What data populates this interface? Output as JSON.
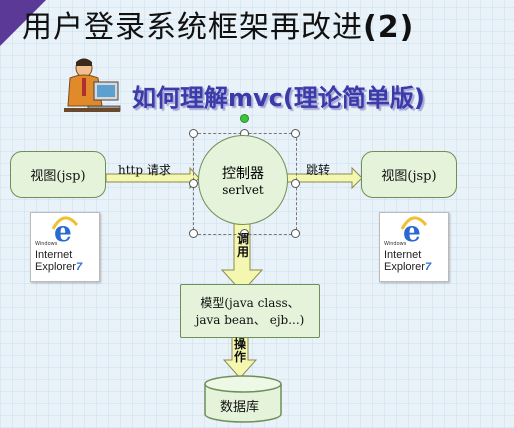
{
  "slide": {
    "title_main": "用户登录系统框架再改进",
    "title_num": "(2)",
    "subtitle": "如何理解mvc(理论简单版)"
  },
  "diagram": {
    "view_left": "视图(jsp)",
    "view_right": "视图(jsp)",
    "controller_line1": "控制器",
    "controller_line2": "serlvet",
    "model_line1": "模型(java class、",
    "model_line2": "java bean、 ejb...)",
    "database": "数据库",
    "edge_http": "http 请求",
    "edge_forward": "跳转",
    "edge_call": "调用",
    "edge_operate": "操作"
  },
  "ie_logo": {
    "windows": "Windows",
    "line1": "Internet",
    "line2": "Explorer",
    "version": "7"
  },
  "colors": {
    "node_fill": "#e4f3da",
    "node_border": "#6f8f58",
    "arrow_fill": "#f4f7b0",
    "subtitle": "#3a3aa8",
    "corner": "#5a3a96"
  }
}
